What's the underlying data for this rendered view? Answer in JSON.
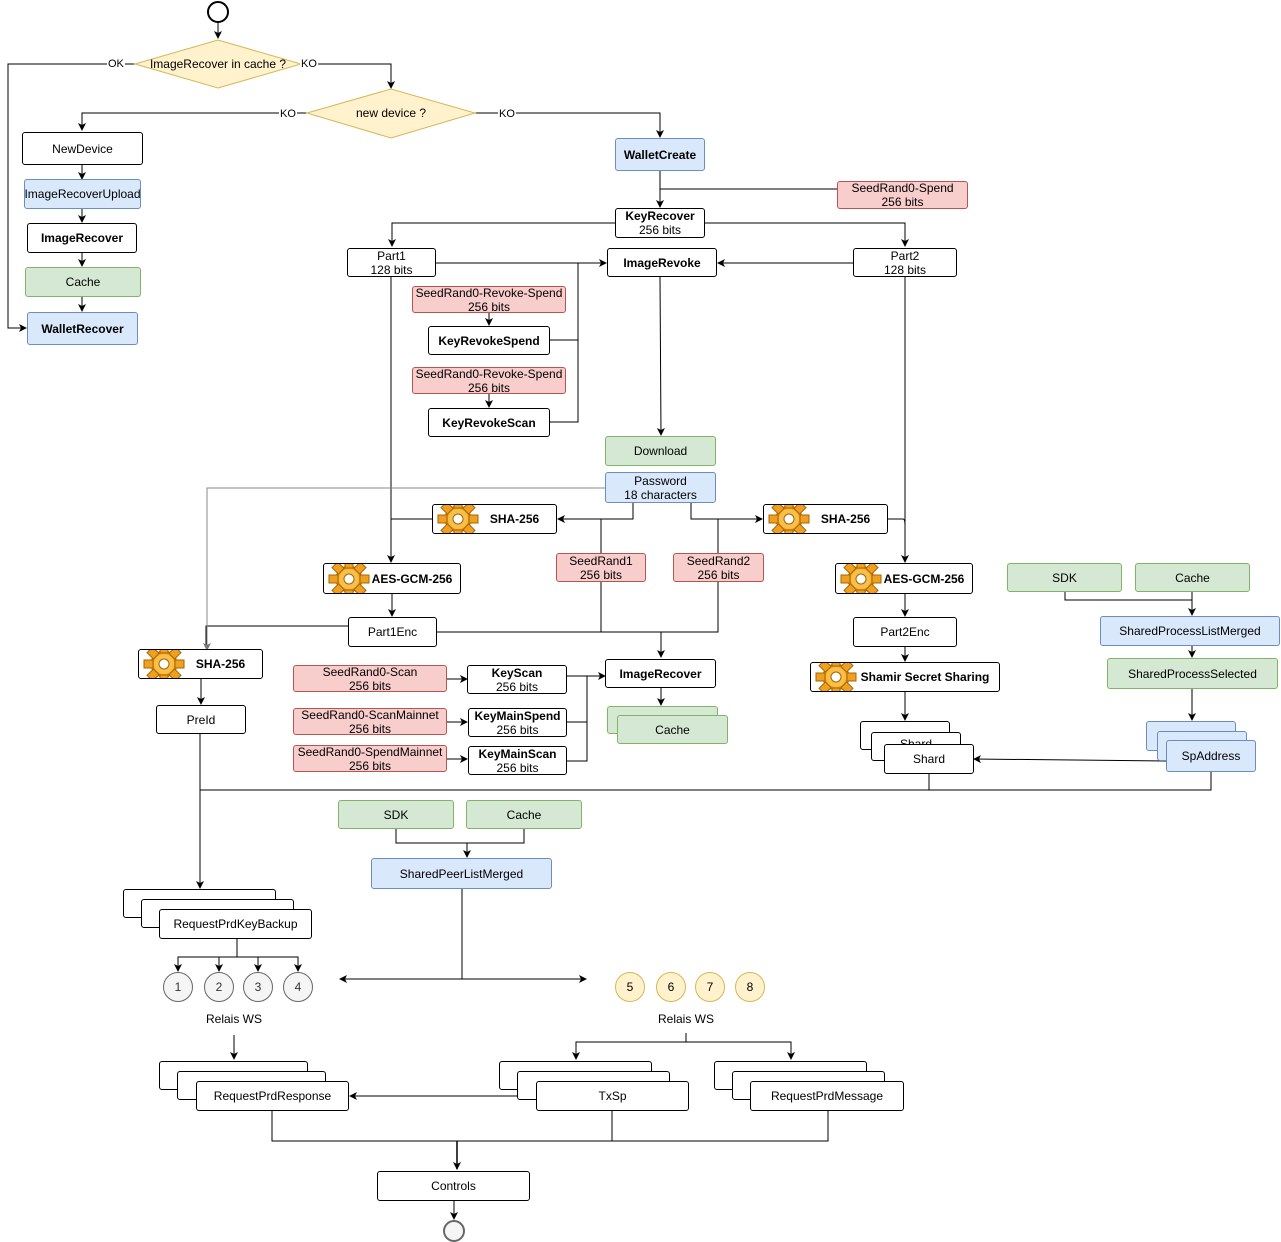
{
  "decisions": {
    "cache_check": "ImageRecover in cache ?",
    "new_device": "new device ?",
    "ok": "OK",
    "ko": "KO"
  },
  "left_branch": {
    "new_device": "NewDevice",
    "image_recover_upload": "ImageRecoverUpload",
    "image_recover": "ImageRecover",
    "cache": "Cache",
    "wallet_recover": "WalletRecover"
  },
  "wallet": {
    "wallet_create": "WalletCreate",
    "seed_spend_line1": "SeedRand0-Spend",
    "seed_spend_line2": "256 bits",
    "key_recover_line1": "KeyRecover",
    "key_recover_line2": "256 bits",
    "part1_line1": "Part1",
    "part1_line2": "128 bits",
    "part2_line1": "Part2",
    "part2_line2": "128 bits",
    "image_revoke": "ImageRevoke",
    "seed_revoke_spend_1_line1": "SeedRand0-Revoke-Spend",
    "seed_revoke_spend_1_line2": "256 bits",
    "key_revoke_spend": "KeyRevokeSpend",
    "seed_revoke_spend_2_line1": "SeedRand0-Revoke-Spend",
    "seed_revoke_spend_2_line2": "256 bits",
    "key_revoke_scan": "KeyRevokeScan",
    "download": "Download",
    "password_line1": "Password",
    "password_line2": "18 characters"
  },
  "crypto": {
    "sha_left": "SHA-256",
    "sha_right": "SHA-256",
    "sha_prel": "SHA-256",
    "aes_left": "AES-GCM-256",
    "aes_right": "AES-GCM-256",
    "seed_rand1_line1": "SeedRand1",
    "seed_rand1_line2": "256 bits",
    "seed_rand2_line1": "SeedRand2",
    "seed_rand2_line2": "256 bits",
    "part1enc": "Part1Enc",
    "part2enc": "Part2Enc",
    "shamir": "Shamir Secret Sharing",
    "shard": "Shard",
    "shard_back": "Shard",
    "pre_id": "PreId"
  },
  "scan_keys": {
    "seed_scan_line1": "SeedRand0-Scan",
    "seed_scan_line2": "256 bits",
    "key_scan_line1": "KeyScan",
    "key_scan_line2": "256 bits",
    "seed_scan_mainnet_line1": "SeedRand0-ScanMainnet",
    "seed_scan_mainnet_line2": "256 bits",
    "key_main_spend_line1": "KeyMainSpend",
    "key_main_spend_line2": "256 bits",
    "seed_spend_mainnet_line1": "SeedRand0-SpendMainnet",
    "seed_spend_mainnet_line2": "256 bits",
    "key_main_scan_line1": "KeyMainScan",
    "key_main_scan_line2": "256 bits",
    "image_recover": "ImageRecover",
    "cache": "Cache"
  },
  "process": {
    "sdk": "SDK",
    "cache": "Cache",
    "shared_process_list_merged": "SharedProcessListMerged",
    "shared_process_selected": "SharedProcessSelected",
    "sp_address": "SpAddress"
  },
  "peers": {
    "sdk": "SDK",
    "cache": "Cache",
    "shared_peer_list_merged": "SharedPeerListMerged"
  },
  "requests": {
    "request_prd_key_backup": "RequestPrdKeyBackup",
    "relais_left": [
      "1",
      "2",
      "3",
      "4"
    ],
    "relais_right": [
      "5",
      "6",
      "7",
      "8"
    ],
    "relais_ws_left": "Relais WS",
    "relais_ws_right": "Relais WS",
    "request_prd_response": "RequestPrdResponse",
    "tx_sp": "TxSp",
    "request_prd_message": "RequestPrdMessage",
    "controls": "Controls"
  }
}
